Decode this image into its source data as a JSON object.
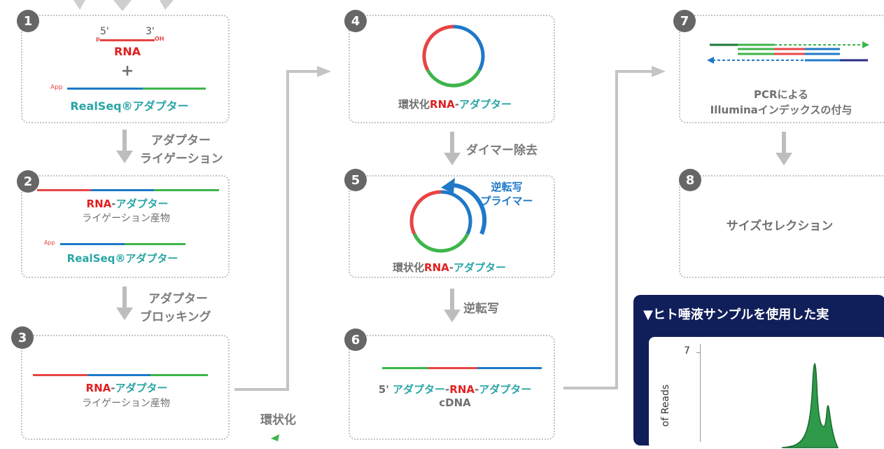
{
  "steps": [
    {
      "num": "1"
    },
    {
      "num": "2"
    },
    {
      "num": "3"
    },
    {
      "num": "4"
    },
    {
      "num": "5"
    },
    {
      "num": "6"
    },
    {
      "num": "7"
    },
    {
      "num": "8"
    }
  ],
  "step1": {
    "label_5": "5'",
    "label_3": "3'",
    "label_p": "p",
    "label_oh": "OH",
    "rna": "RNA",
    "plus": "+",
    "app": "App",
    "adapter": "RealSeq®アダプター"
  },
  "step2": {
    "rna": "RNA",
    "dash": "-",
    "adapter": "アダプター",
    "product": "ライゲーション産物",
    "app": "App",
    "realseq": "RealSeq®アダプター"
  },
  "step3": {
    "rna": "RNA",
    "dash": "-",
    "adapter": "アダプター",
    "product": "ライゲーション産物"
  },
  "step4": {
    "prefix": "環状化",
    "rna": "RNA",
    "dash": "-",
    "adapter": "アダプター"
  },
  "step5": {
    "primer_line1": "逆転写",
    "primer_line2": "プライマー",
    "prefix": "環状化",
    "rna": "RNA",
    "dash": "-",
    "adapter": "アダプター"
  },
  "step6": {
    "prefix": "5' ",
    "adapter1": "アダプター",
    "dash1": "-",
    "rna": "RNA",
    "dash2": "-",
    "adapter2": "アダプター",
    "cdna": "cDNA"
  },
  "step7": {
    "line1": "PCRによる",
    "line2": "Illuminaインデックスの付与"
  },
  "step8": {
    "label": "サイズセレクション"
  },
  "transitions": {
    "t1_line1": "アダプター",
    "t1_line2": "ライゲーション",
    "t2_line1": "アダプター",
    "t2_line2": "ブロッキング",
    "t3": "環状化",
    "t4": "ダイマー除去",
    "t5": "逆転写"
  },
  "panel": {
    "title": "▼ヒト唾液サンプルを使用した実",
    "y_tick": "7",
    "y_label": "of Reads"
  },
  "colors": {
    "rna": "#e84444",
    "adapter_blue": "#1f78c8",
    "adapter_green": "#3db54a",
    "panel_bg": "#101e5a"
  }
}
